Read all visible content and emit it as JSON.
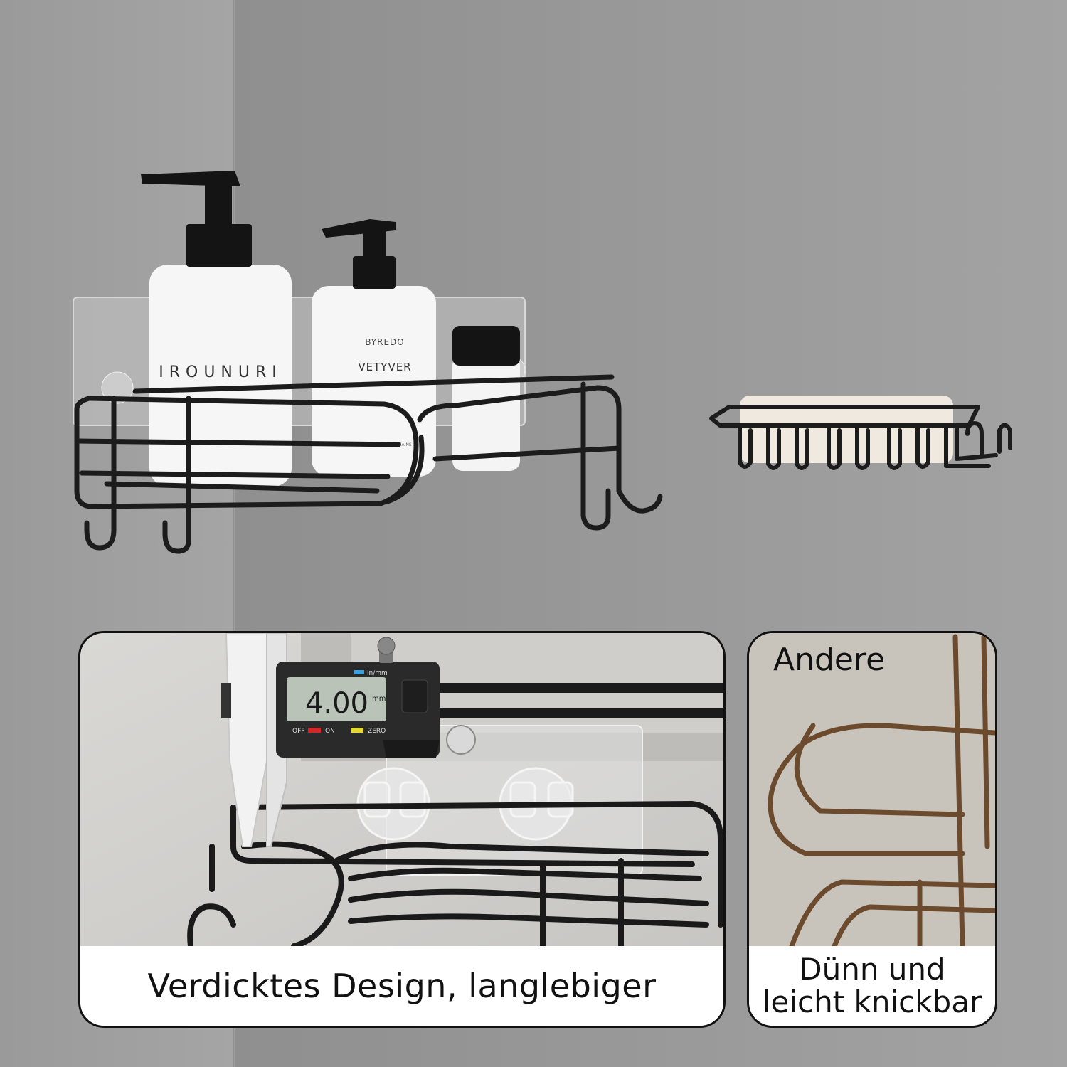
{
  "product": {
    "bottle_large_label": "IROUNURI",
    "bottle_medium_brand": "BYREDO",
    "bottle_medium_name": "VETYVER",
    "bottle_medium_small_text": "LOTION POUR LES MAINS"
  },
  "caliper": {
    "unit_label": "in/mm",
    "reading": "4.00",
    "reading_unit": "mm",
    "off_label": "OFF",
    "on_label": "ON",
    "zero_label": "ZERO"
  },
  "panels": {
    "left_caption": "Verdicktes Design, langlebiger",
    "right_title": "Andere",
    "right_caption_line1": "Dünn und",
    "right_caption_line2": "leicht knickbar"
  },
  "colors": {
    "metal": "#1c1c1c",
    "rust": "#6b4a2e",
    "wall": "#9c9c9c",
    "caption_bg": "#ffffff"
  }
}
